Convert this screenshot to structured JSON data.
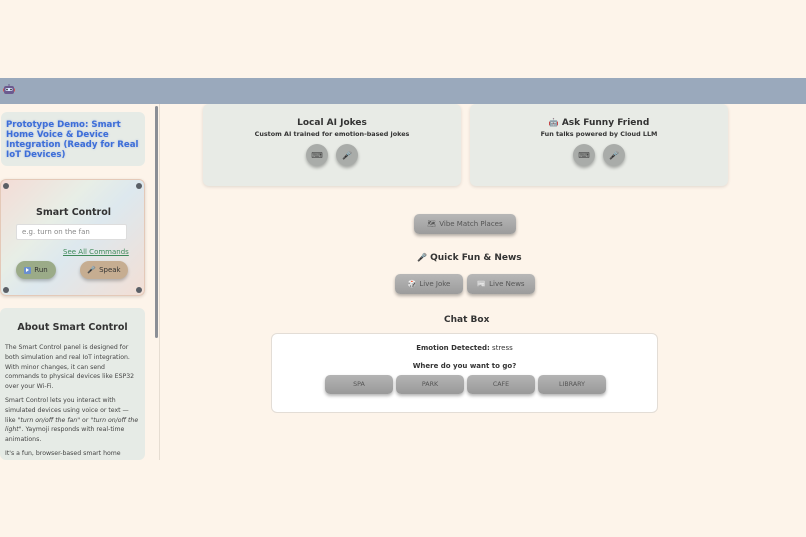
{
  "app": {
    "logo_icon": "robot-face-icon"
  },
  "sidebar": {
    "promo_text": "Prototype Demo: Smart Home Voice & Device Integration (Ready for Real IoT Devices)",
    "smart_control": {
      "title": "Smart Control",
      "input_placeholder": "e.g. turn on the fan",
      "see_all_label": "See All Commands",
      "run_label": "Run",
      "run_icon": "play-icon",
      "speak_label": "Speak",
      "speak_icon": "microphone-icon"
    },
    "about": {
      "title": "About Smart Control",
      "p1": "The Smart Control panel is designed for both simulation and real IoT integration. With minor changes, it can send commands to physical devices like ESP32 over your Wi-Fi.",
      "p2_a": "Smart Control lets you interact with simulated devices using voice or text — like ",
      "p2_em1": "\"turn on/off the fan\"",
      "p2_b": " or ",
      "p2_em2": "\"turn on/off the light\"",
      "p2_c": ". Yaymoji responds with real-time animations.",
      "p3": "It's a fun, browser-based smart home simulation — great for testing, learning,"
    }
  },
  "cards": [
    {
      "title": "Local AI Jokes",
      "subtitle": "Custom AI trained for emotion-based jokes",
      "title_icon": ""
    },
    {
      "title": "Ask Funny Friend",
      "subtitle": "Fun talks powered by Cloud LLM",
      "title_icon": "robot-face-icon"
    }
  ],
  "main": {
    "vibe_label": "Vibe Match Places",
    "vibe_icon": "map-icon",
    "quick_title": "Quick Fun & News",
    "quick_icon": "microphone-icon",
    "live_joke_label": "Live Joke",
    "live_joke_icon": "dice-icon",
    "live_news_label": "Live News",
    "live_news_icon": "newspaper-icon",
    "chat_title": "Chat Box",
    "emotion_label": "Emotion Detected:",
    "emotion_value": "stress",
    "where_label": "Where do you want to go?",
    "places": [
      "SPA",
      "PARK",
      "CAFE",
      "LIBRARY"
    ]
  }
}
